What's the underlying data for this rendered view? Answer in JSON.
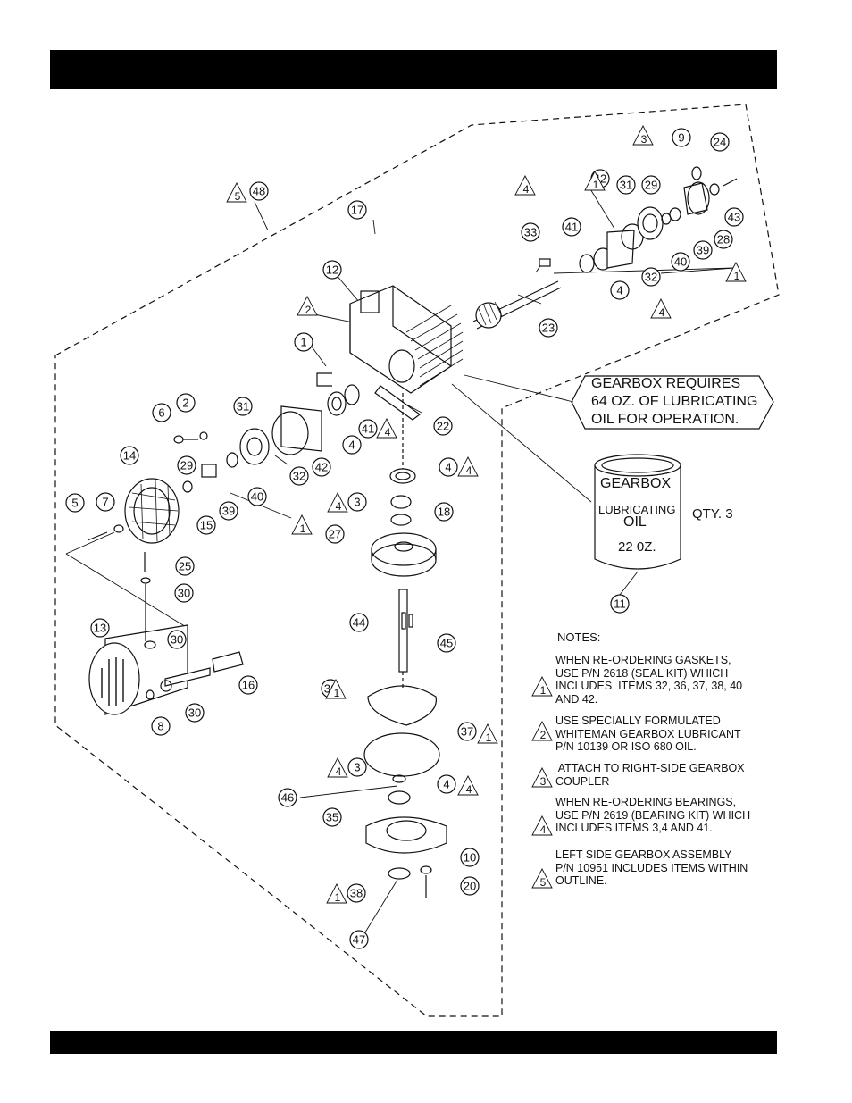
{
  "callout": {
    "line1": "GEARBOX REQUIRES",
    "line2": "64 OZ. OF LUBRICATING",
    "line3": "OIL FOR OPERATION."
  },
  "oil_can": {
    "brand": "GEARBOX",
    "label1": "LUBRICATING",
    "label2": "OIL",
    "volume": "22 0Z.",
    "qty": "QTY. 3",
    "item": "11"
  },
  "notes": {
    "title": "NOTES:",
    "items": [
      {
        "num": "1",
        "text": "WHEN RE-ORDERING GASKETS,\nUSE P/N 2618 (SEAL KIT) WHICH\nINCLUDES  ITEMS 32, 36, 37, 38, 40\nAND 42."
      },
      {
        "num": "2",
        "text": "USE SPECIALLY FORMULATED\nWHITEMAN GEARBOX LUBRICANT\nP/N 10139 OR ISO 680 OIL."
      },
      {
        "num": "3",
        "text": " ATTACH TO RIGHT-SIDE GEARBOX\nCOUPLER"
      },
      {
        "num": "4",
        "text": "WHEN RE-ORDERING BEARINGS,\nUSE P/N 2619 (BEARING KIT) WHICH\nINCLUDES ITEMS 3,4 AND 41."
      },
      {
        "num": "5",
        "text": "LEFT SIDE GEARBOX ASSEMBLY\nP/N 10951 INCLUDES ITEMS WITHIN\nOUTLINE."
      }
    ]
  },
  "balloons": [
    {
      "label": "17"
    },
    {
      "label": "12"
    },
    {
      "label": "1"
    },
    {
      "label": "48"
    },
    {
      "label": "6"
    },
    {
      "label": "2"
    },
    {
      "label": "31"
    },
    {
      "label": "14"
    },
    {
      "label": "29"
    },
    {
      "label": "7"
    },
    {
      "label": "5"
    },
    {
      "label": "15"
    },
    {
      "label": "39"
    },
    {
      "label": "40"
    },
    {
      "label": "32"
    },
    {
      "label": "42"
    },
    {
      "label": "4"
    },
    {
      "label": "41"
    },
    {
      "label": "22"
    },
    {
      "label": "25"
    },
    {
      "label": "30"
    },
    {
      "label": "13"
    },
    {
      "label": "30"
    },
    {
      "label": "16"
    },
    {
      "label": "30"
    },
    {
      "label": "8"
    },
    {
      "label": "33"
    },
    {
      "label": "41"
    },
    {
      "label": "42"
    },
    {
      "label": "31"
    },
    {
      "label": "29"
    },
    {
      "label": "9"
    },
    {
      "label": "24"
    },
    {
      "label": "43"
    },
    {
      "label": "28"
    },
    {
      "label": "39"
    },
    {
      "label": "40"
    },
    {
      "label": "32"
    },
    {
      "label": "4"
    },
    {
      "label": "23"
    },
    {
      "label": "4"
    },
    {
      "label": "3"
    },
    {
      "label": "18"
    },
    {
      "label": "27"
    },
    {
      "label": "44"
    },
    {
      "label": "45"
    },
    {
      "label": "36"
    },
    {
      "label": "37"
    },
    {
      "label": "3"
    },
    {
      "label": "46"
    },
    {
      "label": "4"
    },
    {
      "label": "35"
    },
    {
      "label": "10"
    },
    {
      "label": "20"
    },
    {
      "label": "38"
    },
    {
      "label": "47"
    }
  ],
  "note_flags": [
    {
      "label": "5"
    },
    {
      "label": "2"
    },
    {
      "label": "4"
    },
    {
      "label": "4"
    },
    {
      "label": "1"
    },
    {
      "label": "4"
    },
    {
      "label": "4"
    },
    {
      "label": "1"
    },
    {
      "label": "3"
    },
    {
      "label": "1"
    },
    {
      "label": "4"
    },
    {
      "label": "1"
    },
    {
      "label": "1"
    },
    {
      "label": "4"
    },
    {
      "label": "4"
    },
    {
      "label": "1"
    }
  ]
}
